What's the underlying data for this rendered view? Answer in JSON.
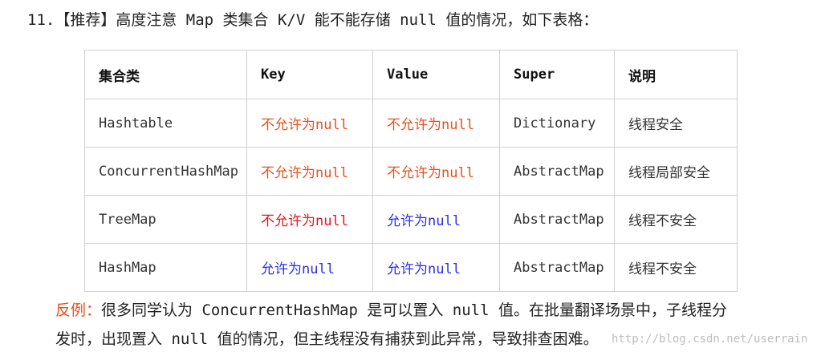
{
  "heading": "11.【推荐】高度注意 Map 类集合 K/V 能不能存储 null 值的情况，如下表格：",
  "table": {
    "headers": [
      "集合类",
      "Key",
      "Value",
      "Super",
      "说明"
    ],
    "rows": [
      [
        "Hashtable",
        "不允许为null",
        "不允许为null",
        "Dictionary",
        "线程安全"
      ],
      [
        "ConcurrentHashMap",
        "不允许为null",
        "不允许为null",
        "AbstractMap",
        "线程局部安全"
      ],
      [
        "TreeMap",
        "不允许为null",
        "允许为null",
        "AbstractMap",
        "线程不安全"
      ],
      [
        "HashMap",
        "允许为null",
        "允许为null",
        "AbstractMap",
        "线程不安全"
      ]
    ]
  },
  "counterexample": {
    "tag": "反例：",
    "line1": "很多同学认为 ConcurrentHashMap 是可以置入 null 值。在批量翻译场景中，子线程分",
    "line2": "发时，出现置入 null 值的情况，但主线程没有捕获到此异常，导致排查困难。"
  },
  "watermark": "http://blog.csdn.net/userrain",
  "colors": {
    "orange": "#e8501c",
    "red": "#e4141b",
    "blue": "#2a2ee6"
  }
}
